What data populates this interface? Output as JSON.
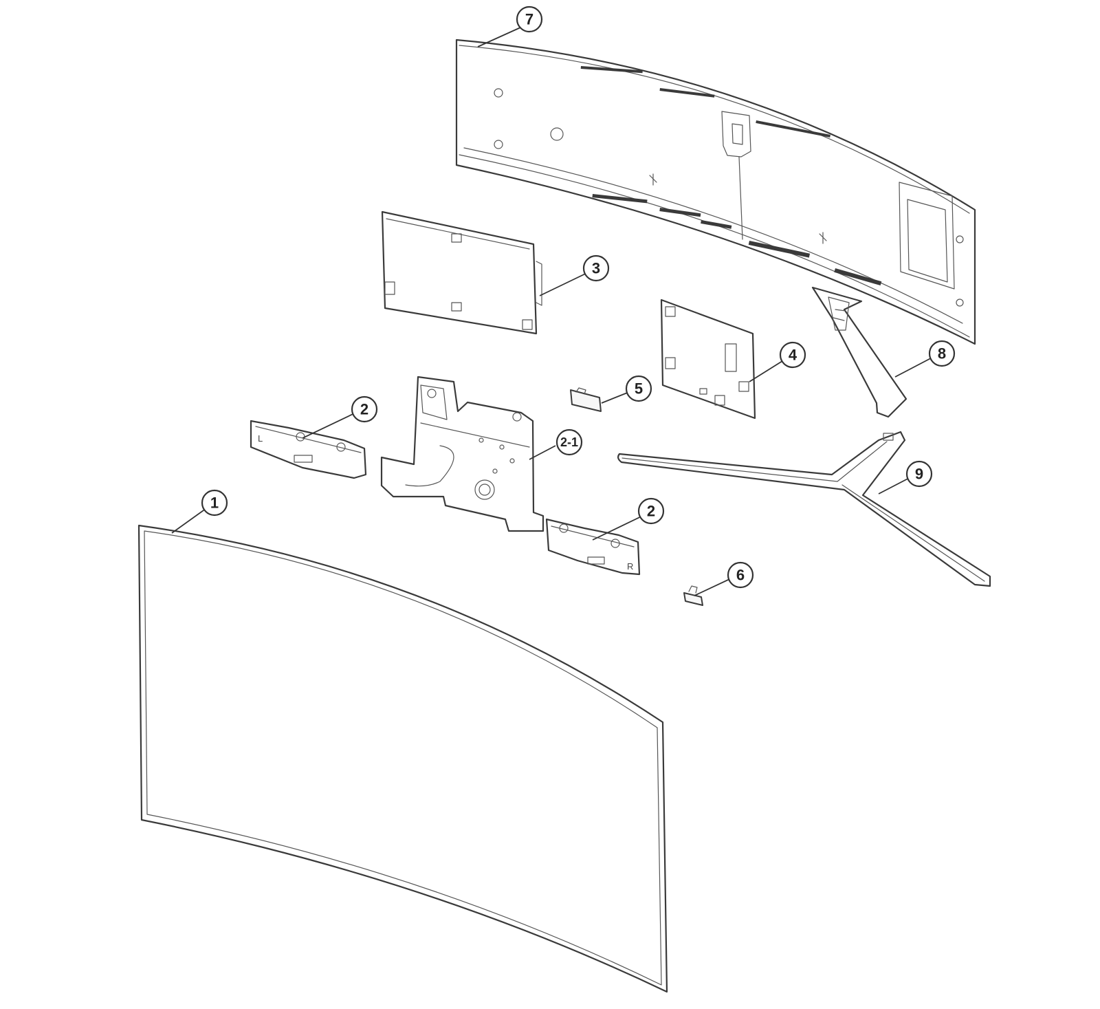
{
  "callouts": [
    {
      "id": "1",
      "label": "1"
    },
    {
      "id": "2a",
      "label": "2"
    },
    {
      "id": "2-1",
      "label": "2-1"
    },
    {
      "id": "2b",
      "label": "2"
    },
    {
      "id": "3",
      "label": "3"
    },
    {
      "id": "4",
      "label": "4"
    },
    {
      "id": "5",
      "label": "5"
    },
    {
      "id": "6",
      "label": "6"
    },
    {
      "id": "7",
      "label": "7"
    },
    {
      "id": "8",
      "label": "8"
    },
    {
      "id": "9",
      "label": "9"
    }
  ],
  "speaker_marks": {
    "left": "L",
    "right": "R"
  },
  "colors": {
    "line": "#3a3a3a",
    "background": "#ffffff"
  }
}
